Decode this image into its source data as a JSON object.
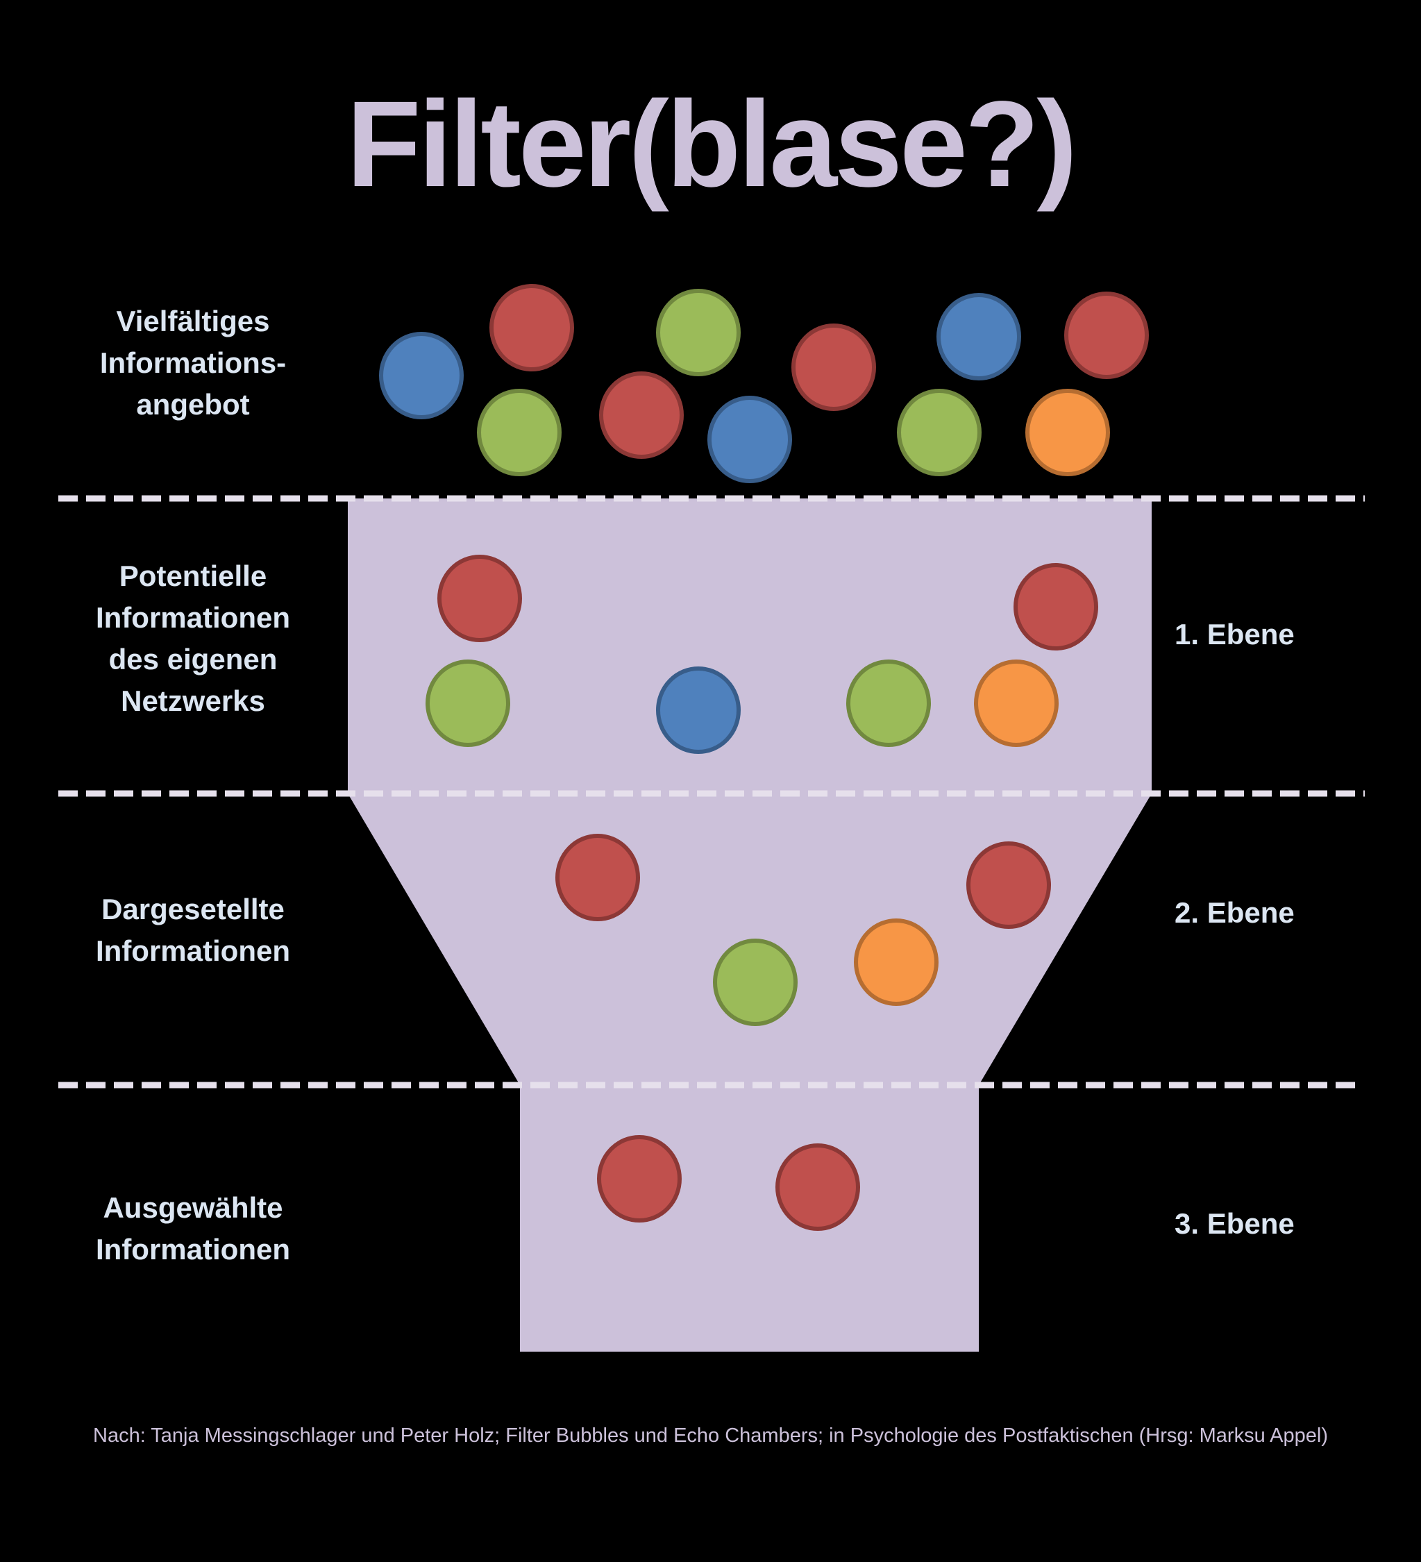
{
  "title": "Filter(blase?)",
  "colors": {
    "background": "#000000",
    "funnel": "#CCC1DA",
    "label_text": "#DCE6F2",
    "dash": "#E6E0EC",
    "bubble_fill": {
      "red": "#C0504D",
      "green": "#9BBB59",
      "blue": "#4F81BD",
      "orange": "#F79646"
    },
    "bubble_stroke": {
      "red": "#8C3836",
      "green": "#71893F",
      "blue": "#385D8A",
      "orange": "#B66D31"
    }
  },
  "levels": [
    {
      "id": "offer",
      "label": "Vielfältiges\nInformations-\nangebot",
      "ebene": "",
      "bubbles": [
        "blue",
        "red",
        "green",
        "red",
        "blue",
        "red",
        "green",
        "red",
        "blue",
        "green",
        "orange"
      ]
    },
    {
      "id": "level-1",
      "label": "Potentielle\nInformationen\ndes eigenen\nNetzwerks",
      "ebene": "1. Ebene",
      "bubbles": [
        "red",
        "red",
        "green",
        "blue",
        "green",
        "orange"
      ]
    },
    {
      "id": "level-2",
      "label": "Dargesetellte\nInformationen",
      "ebene": "2. Ebene",
      "bubbles": [
        "red",
        "red",
        "green",
        "orange"
      ]
    },
    {
      "id": "level-3",
      "label": "Ausgewählte\nInformationen",
      "ebene": "3. Ebene",
      "bubbles": [
        "red",
        "red"
      ]
    }
  ],
  "footnote": "Nach: Tanja Messingschlager und Peter Holz; Filter Bubbles und Echo Chambers; in Psychologie des Postfaktischen (Hrsg: Marksu Appel)"
}
